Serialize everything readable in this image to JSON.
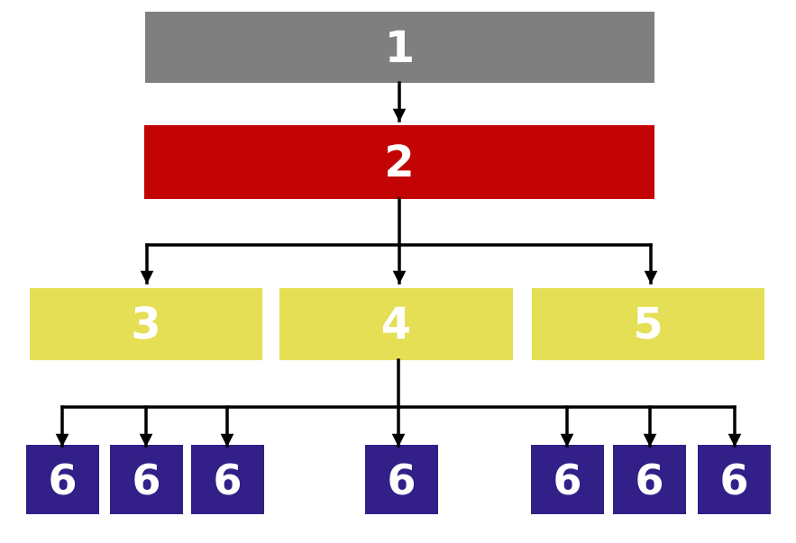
{
  "diagram": {
    "type": "hierarchy-flowchart",
    "background": "#FFFFFF",
    "colors": {
      "level1": "#7F7F7F",
      "level2": "#C20404",
      "level3": "#E4DF54",
      "level4": "#321F87",
      "connector": "#000000",
      "label": "#FFFFFF"
    },
    "nodes": {
      "n1": {
        "label": "1",
        "level": 1
      },
      "n2": {
        "label": "2",
        "level": 2
      },
      "n3": {
        "label": "3",
        "level": 3
      },
      "n4": {
        "label": "4",
        "level": 3
      },
      "n5": {
        "label": "5",
        "level": 3
      },
      "n6a": {
        "label": "6",
        "level": 4
      },
      "n6b": {
        "label": "6",
        "level": 4
      },
      "n6c": {
        "label": "6",
        "level": 4
      },
      "n6d": {
        "label": "6",
        "level": 4
      },
      "n6e": {
        "label": "6",
        "level": 4
      },
      "n6f": {
        "label": "6",
        "level": 4
      },
      "n6g": {
        "label": "6",
        "level": 4
      }
    },
    "edges": [
      "n1->n2",
      "n2->n3",
      "n2->n4",
      "n2->n5",
      "n4->n6a",
      "n4->n6b",
      "n4->n6c",
      "n4->n6d",
      "n4->n6e",
      "n4->n6f",
      "n4->n6g"
    ]
  }
}
